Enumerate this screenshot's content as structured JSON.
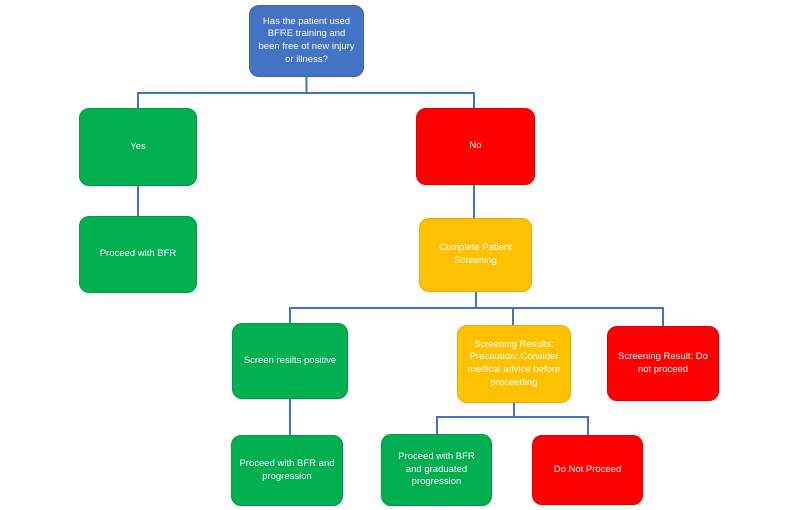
{
  "colors": {
    "decision_blue": "#4472C4",
    "go_green": "#00B050",
    "caution_yellow": "#FFC000",
    "stop_red": "#FF0000",
    "connector_blue": "#4472C4",
    "node_text": "#FFFFFF",
    "background": "#FFFFFF"
  },
  "flowchart": {
    "root": {
      "label": "Has the patient used BFRE training and been free of new injury or illness?"
    },
    "yes": {
      "label": "Yes"
    },
    "no": {
      "label": "No"
    },
    "proceed_with_bfr": {
      "label": "Proceed with BFR"
    },
    "complete_patient_screening": {
      "label": "Complete Patient Screening"
    },
    "screen_results_positive": {
      "label": "Screen resilts positive"
    },
    "screening_precaution": {
      "label": "Screening Results: Precaution: Consider medical advice before proceeding"
    },
    "screening_do_not_proceed": {
      "label": "Screening Result: Do not proceed"
    },
    "proceed_with_progression": {
      "label": "Proceed with BFR and progression"
    },
    "proceed_with_graduated_progression": {
      "label": "Proceed with BFR and graduated progression"
    },
    "do_not_proceed": {
      "label": "Do Not Proceed"
    }
  }
}
